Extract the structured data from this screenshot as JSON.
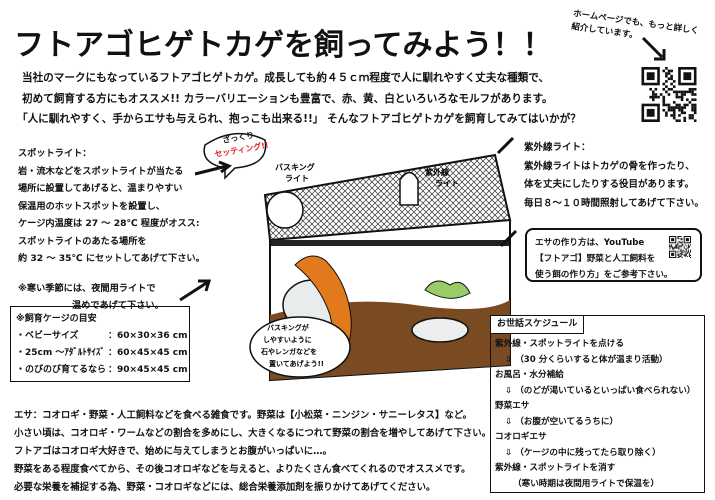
{
  "title": "フトアゴヒゲトカゲを飼ってみよう！！",
  "homepage_note": [
    "ホームページでも、もっと詳しく",
    "紹介しています。"
  ],
  "intro": [
    "当社のマークにもなっているフトアゴヒゲトカゲ。成長しても約４５ｃｍ程度で人に馴れやすく丈夫な種類で、",
    "初めて飼育する方にもオススメ!! カラーバリエーションも豊富で、赤、黄、白といろいろなモルフがあります。",
    "「人に馴れやすく、手からエサも与えられ、抱っこも出来る!!」 そんなフトアゴヒゲトカゲを飼育してみてはいかが？"
  ],
  "spotlight": {
    "lines": [
      "スポットライト：",
      "岩・流木などをスポットライトが当たる",
      "場所に設置してあげると、温まりやすい",
      "保温用のホットスポットを設置し、",
      "ケージ内温度は 27 ～ 28℃ 程度がオスス:",
      "スポットライトのあたる場所を",
      "約 32 ～ 35℃ にセットしてあげて下さい。"
    ],
    "note": [
      "※寒い季節には、夜間用ライトで",
      "温めであげて下さい。"
    ]
  },
  "cage_guide": {
    "heading": "※飼育ケージの目安",
    "rows": [
      {
        "label": "・ベビーサイズ",
        "value": "：60×30×36 cm"
      },
      {
        "label": "・25cm ～ｱﾀﾞﾙﾄｻｲｽﾞ",
        "value": "：60×45×45 cm"
      },
      {
        "label": "・のびのび育てるなら",
        "value": "：90×45×45 cm"
      }
    ]
  },
  "uv": {
    "lines": [
      "紫外線ライト：",
      "紫外線ライトはトカゲの骨を作ったり、",
      "体を丈夫にしたりする役目があります。",
      "毎日８～１０時間照射してあげて下さい。"
    ]
  },
  "feed_box": {
    "lines": [
      "エサの作り方は、YouTube",
      "【フトアゴ】野菜と人工飼料を",
      "使う餌の作り方」をご参考下さい。"
    ]
  },
  "illustration": {
    "bubble_top": [
      "ざっくり",
      "セッティング!!"
    ],
    "basking_label": [
      "バスキング",
      "ライト"
    ],
    "uv_label": [
      "紫外線",
      "ライト"
    ],
    "bubble_bottom": [
      "バスキングが",
      "しやすいように",
      "石やレンガなどを",
      "置いてあげよう!!"
    ]
  },
  "schedule": {
    "heading": "お世話スケジュール",
    "items": [
      {
        "text": "紫外線・スポットライトを点ける",
        "type": "step"
      },
      {
        "text": "⇩ （30 分くらいすると体が温まり活動）",
        "type": "note"
      },
      {
        "text": "お風呂・水分補給",
        "type": "step"
      },
      {
        "text": "⇩ （のどが渇いているといっぱい食べられない）",
        "type": "note"
      },
      {
        "text": "野菜エサ",
        "type": "step"
      },
      {
        "text": "⇩ （お腹が空いてるうちに）",
        "type": "note"
      },
      {
        "text": "コオロギエサ",
        "type": "step"
      },
      {
        "text": "⇩ （ケージの中に残ってたら取り除く）",
        "type": "note"
      },
      {
        "text": "紫外線・スポットライトを消す",
        "type": "step"
      },
      {
        "text": "（寒い時期は夜間用ライトで保温を）",
        "type": "note2"
      }
    ]
  },
  "bottom": [
    "エサ：コオロギ・野菜・人工飼料などを食べる雑食です。野菜は【小松菜・ニンジン・サニーレタス】など。",
    "小さい頃は、コオロギ・ワームなどの割合を多めにし、大きくなるにつれて野菜の割合を増やしてあげて下さい。",
    "フトアゴはコオロギ大好きで、始めに与えてしまうとお腹がいっぱいに…。",
    "野菜をある程度食べてから、その後コオロギなどを与えると、よりたくさん食べてくれるのでオススメです。",
    "必要な栄養を補捉する為、野菜・コオロギなどには、総合栄養添加剤を振りかけてあげてください。"
  ],
  "colors": {
    "lizard": "#e07a1a",
    "substrate": "#7a4a22",
    "accent_red": "#d22"
  }
}
